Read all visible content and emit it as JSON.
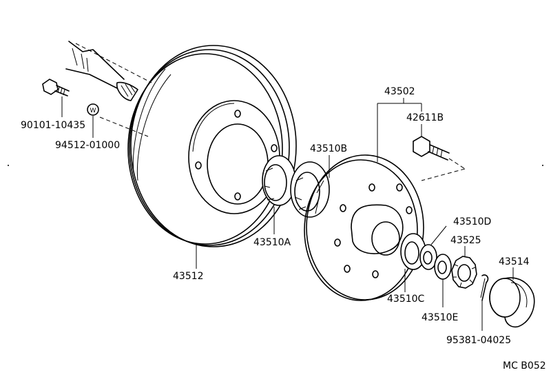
{
  "parts": {
    "bolt": "90101-10435",
    "washer": "94512-01000",
    "washer_mark": "W",
    "rotor": "43512",
    "hub_assembly": "43502",
    "hub_bolt": "42611B",
    "outer_bearing": "43510B",
    "inner_bearing": "43510A",
    "bearing_c": "43510C",
    "bearing_d": "43510D",
    "nut_lock": "43525",
    "washer_e": "43510E",
    "grease_cap": "43514",
    "cotter_pin": "95381-04025"
  },
  "figure_code": "MC B052"
}
